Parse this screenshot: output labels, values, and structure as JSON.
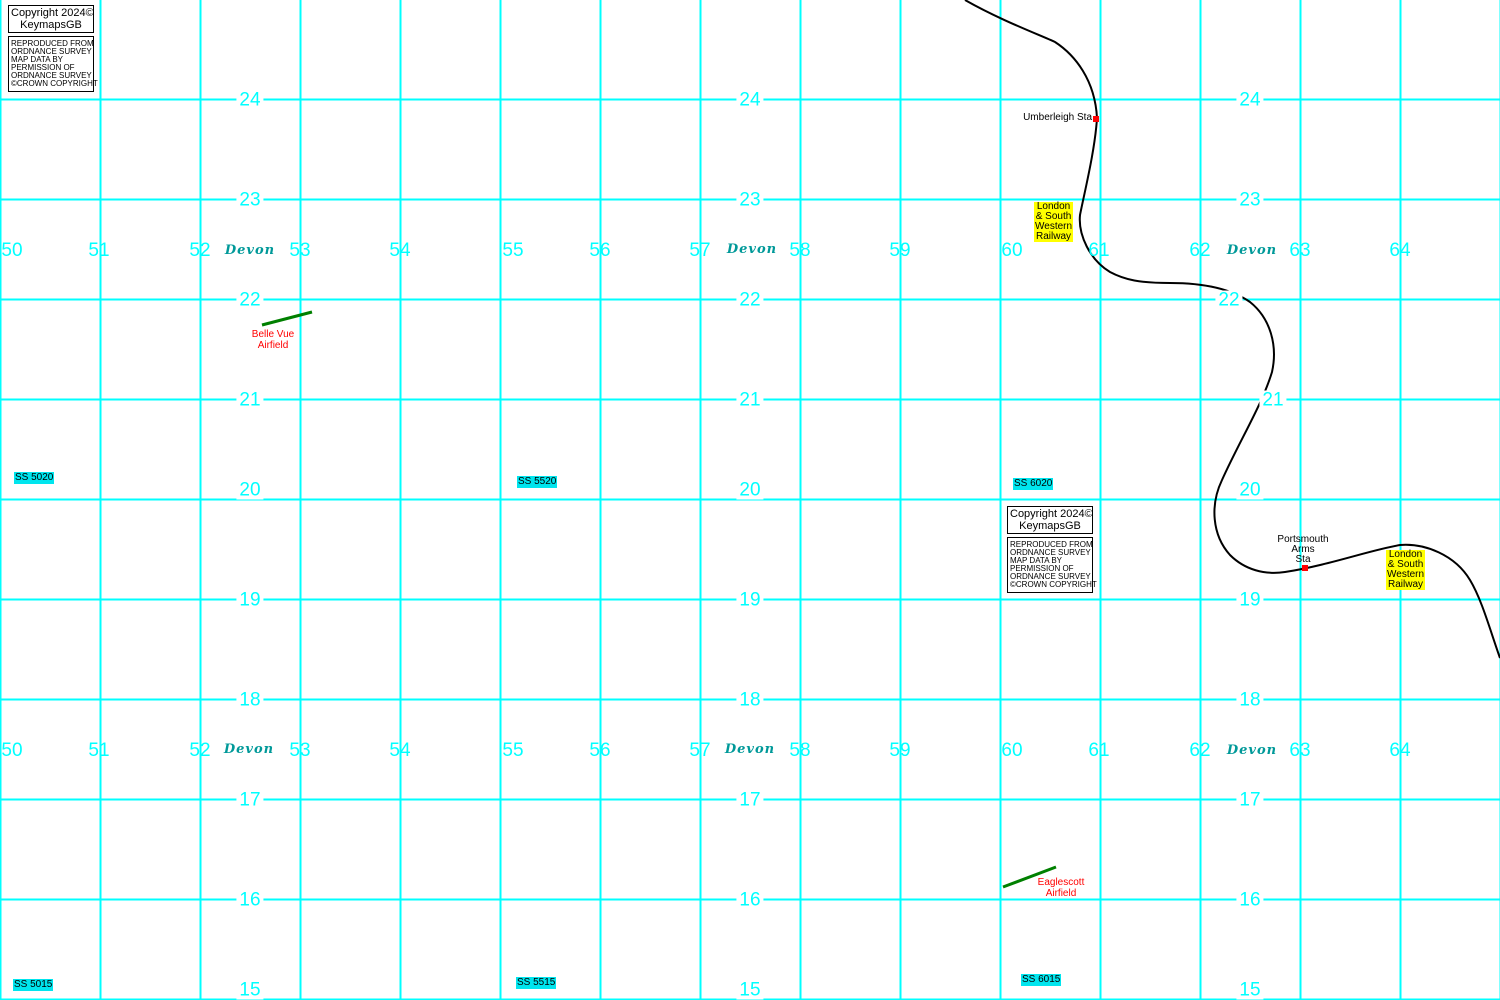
{
  "map": {
    "eastings": [
      "50",
      "51",
      "52",
      "53",
      "54",
      "55",
      "56",
      "57",
      "58",
      "59",
      "60",
      "61",
      "62",
      "63",
      "64"
    ],
    "northings": [
      "24",
      "23",
      "22",
      "21",
      "20",
      "19",
      "18",
      "17",
      "16",
      "15"
    ],
    "county": "Devon",
    "grid_squares": [
      "SS 5020",
      "SS 5520",
      "SS 6020",
      "SS 5015",
      "SS 5515",
      "SS 6015"
    ],
    "copyright": {
      "line1": "Copyright 2024©",
      "line2": "KeymapsGB",
      "notice": [
        "REPRODUCED FROM",
        "ORDNANCE SURVEY",
        "MAP DATA BY",
        "PERMISSION OF",
        "ORDNANCE SURVEY",
        "©CROWN COPYRIGHT"
      ]
    },
    "stations": [
      {
        "name": "Umberleigh Sta"
      },
      {
        "name": "Portsmouth Arms Sta",
        "lines": [
          "Portsmouth",
          "Arms",
          "Sta"
        ]
      }
    ],
    "railway": {
      "lines": [
        "London",
        "& South",
        "Western",
        "Railway"
      ]
    },
    "airfields": [
      {
        "lines": [
          "Belle Vue",
          "Airfield"
        ]
      },
      {
        "lines": [
          "Eaglescott",
          "Airfield"
        ]
      }
    ],
    "colors": {
      "grid": "#00ffff",
      "railway": "#000000",
      "station": "#ff0000",
      "airfield": "#008000",
      "railway_label": "#ffff00"
    }
  }
}
